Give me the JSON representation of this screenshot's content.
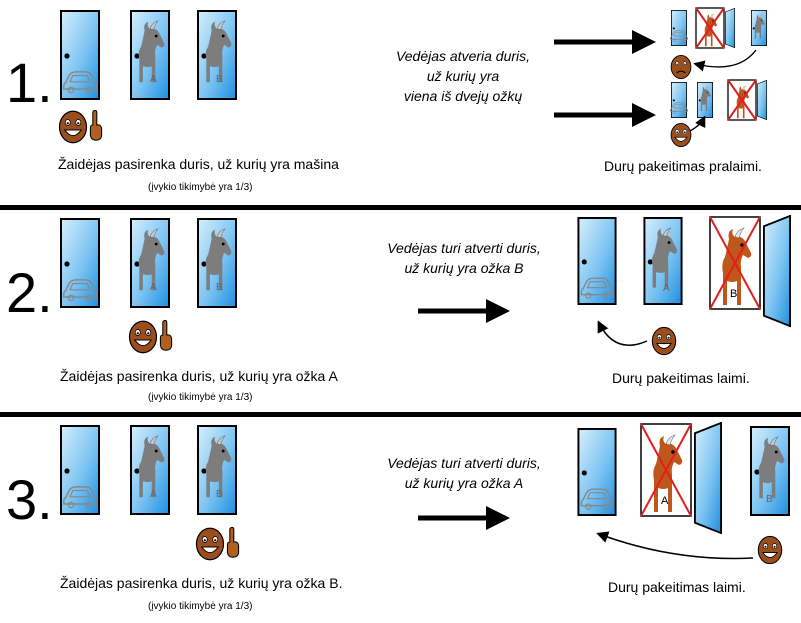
{
  "colors": {
    "door_light": "#cfe9fb",
    "door_dark": "#2f9be6",
    "goat": "#7d7d7d",
    "goat_revealed": "#c0571a",
    "face": "#9a4e1d",
    "cross": "#e02020"
  },
  "panels": [
    {
      "number": "1.",
      "choice_caption": "Žaidėjas pasirenka duris, už kurių yra mašina",
      "probability": "(įvykio tikimybė yra 1/3)",
      "host_lines": [
        "Vedėjas atveria duris,",
        "už kurių yra",
        "viena iš dvejų ožkų"
      ],
      "result": "Durų pakeitimas pralaimi."
    },
    {
      "number": "2.",
      "choice_caption": "Žaidėjas pasirenka duris, už kurių yra ožka A",
      "probability": "(įvykio tikimybė yra 1/3)",
      "host_lines": [
        "Vedėjas turi atverti duris,",
        "už kurių yra ožka B"
      ],
      "result": "Durų pakeitimas laimi."
    },
    {
      "number": "3.",
      "choice_caption": "Žaidėjas pasirenka duris, už kurių yra ožka B.",
      "probability": "(įvykio tikimybė yra 1/3)",
      "host_lines": [
        "Vedėjas turi atverti duris,",
        "už kurių yra ožka A"
      ],
      "result": "Durų pakeitimas laimi."
    }
  ],
  "door_labels": {
    "a": "A",
    "b": "B"
  }
}
